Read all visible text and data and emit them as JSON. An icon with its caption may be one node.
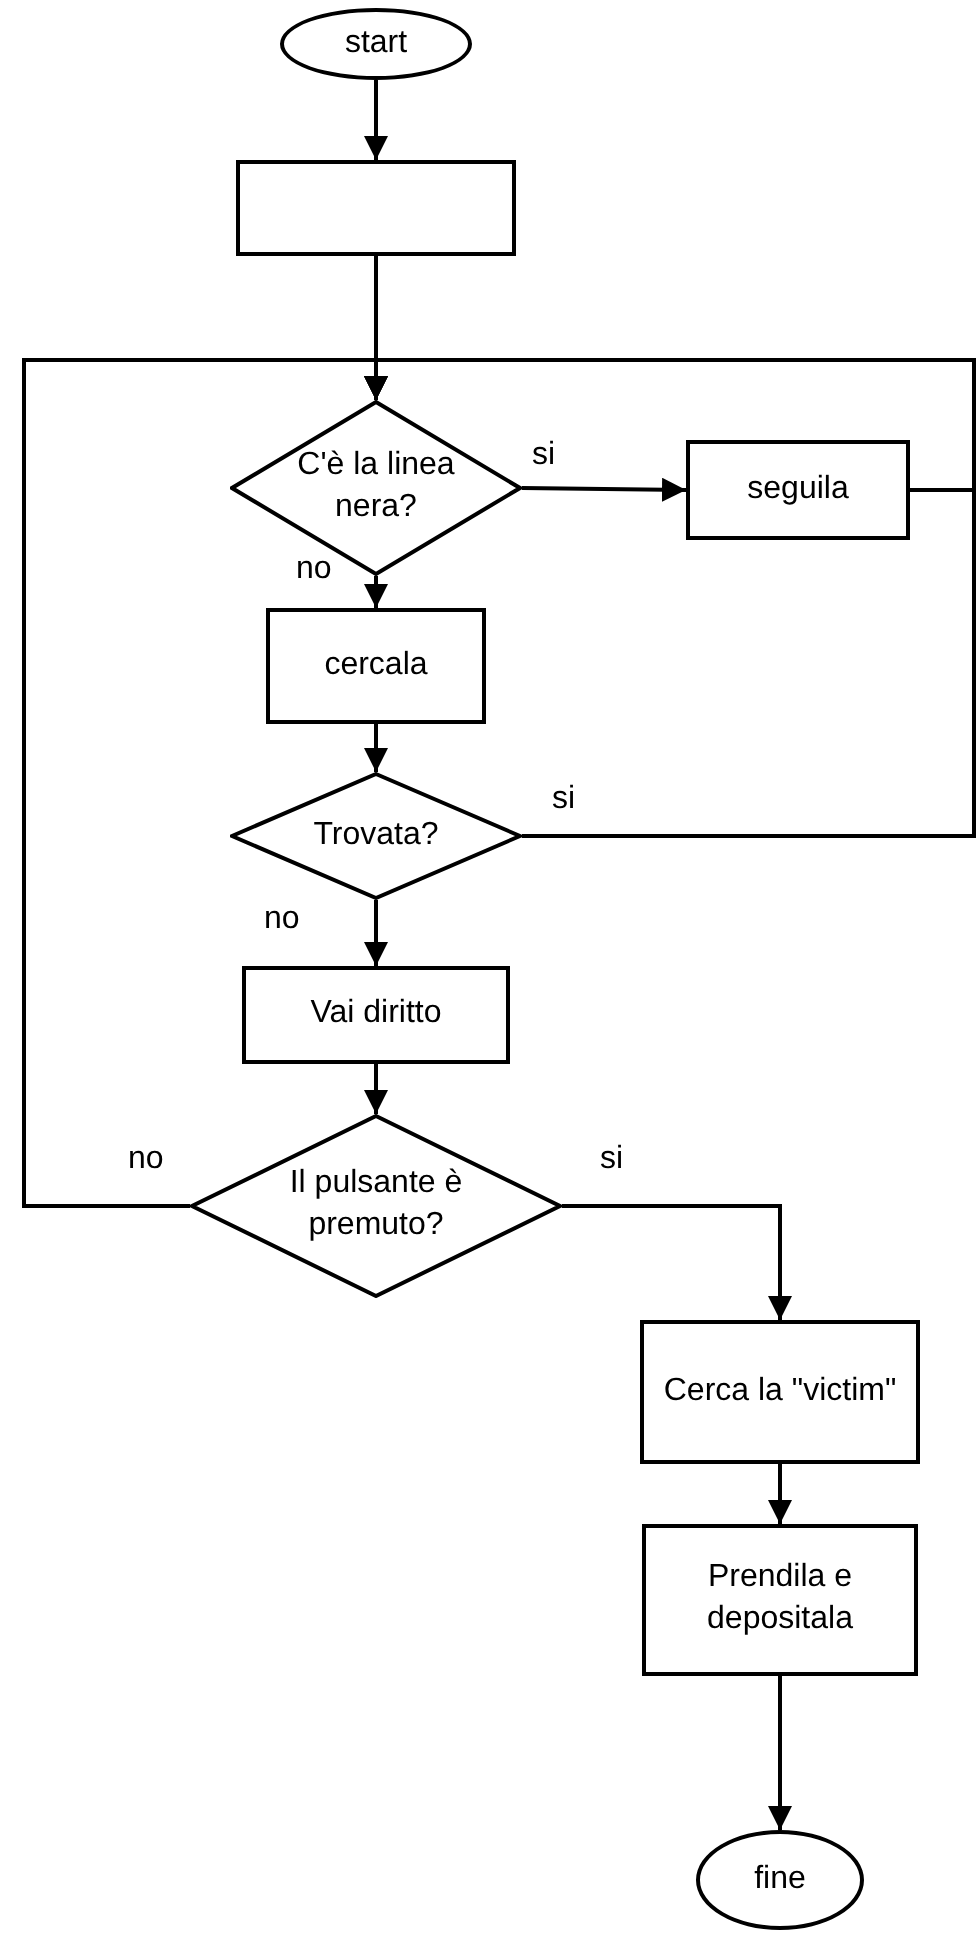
{
  "diagram": {
    "nodes": [
      {
        "text": [
          "start"
        ]
      },
      {
        "text": [],
        "shape": "box"
      },
      {
        "text": [
          "C'è la linea nera?"
        ]
      },
      {
        "text": [
          "seguila"
        ]
      },
      {
        "text": [
          "cercala"
        ]
      },
      {
        "text": [
          "Trovata?"
        ]
      },
      {
        "text": [
          "Vai diritto"
        ]
      },
      {
        "text": [
          "Il pulsante è premuto?"
        ]
      },
      {
        "text": [
          "Cerca la \"victim\""
        ]
      },
      {
        "text": [
          "Prendila e depositala"
        ]
      },
      {
        "text": [
          "fine"
        ]
      }
    ],
    "edges": [
      {
        "from": 0,
        "to": 1,
        "arrow": "to"
      },
      {
        "from": 1,
        "to": 2,
        "arrow": "to"
      },
      {
        "from": 2,
        "to": 3,
        "arrow": "to",
        "label": "si"
      },
      {
        "from": 3,
        "to": 2,
        "arrow": "to"
      },
      {
        "from": 5,
        "to": 2,
        "arrow": "to",
        "label": "si"
      },
      {
        "from": 2,
        "to": 4,
        "arrow": "to",
        "label": "no"
      },
      {
        "from": 4,
        "to": 5,
        "arrow": "to"
      },
      {
        "from": 5,
        "to": 6,
        "arrow": "to",
        "label": "no"
      },
      {
        "from": 6,
        "to": 7,
        "arrow": "to"
      },
      {
        "from": 7,
        "to": 2,
        "arrow": "to",
        "label": "no"
      },
      {
        "from": 7,
        "to": 8,
        "arrow": "to",
        "label": "si"
      },
      {
        "from": 8,
        "to": 9,
        "arrow": "to"
      },
      {
        "from": 9,
        "to": 10,
        "arrow": "to"
      }
    ]
  }
}
